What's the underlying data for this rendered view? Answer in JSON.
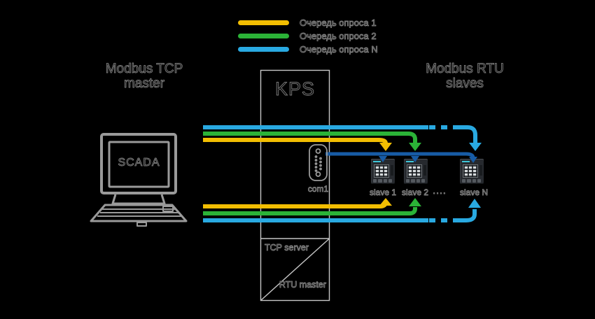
{
  "legend": {
    "items": [
      {
        "label": "Очередь опроса 1",
        "color": "#F2BE02"
      },
      {
        "label": "Очередь опроса 2",
        "color": "#2BB337"
      },
      {
        "label": "Очередь опроса N",
        "color": "#29A9E1"
      }
    ]
  },
  "headers": {
    "master_line1": "Modbus TCP",
    "master_line2": "master",
    "slaves_line1": "Modbus RTU",
    "slaves_line2": "slaves"
  },
  "gateway": {
    "name": "KPS",
    "port": "com1",
    "role_top": "TCP server",
    "role_bottom": "RTU master"
  },
  "master": {
    "screen": "SCADA"
  },
  "slaves": {
    "labels": [
      "slave 1",
      "slave 2",
      "slave N"
    ],
    "ellipsis": "...."
  },
  "colors": {
    "queue1": "#F2BE02",
    "queue2": "#2BB337",
    "queueN": "#29A9E1",
    "bus": "#175CA6",
    "outline": "#9A9A9A",
    "frame": "#C6C6C6",
    "background": "#000000"
  }
}
